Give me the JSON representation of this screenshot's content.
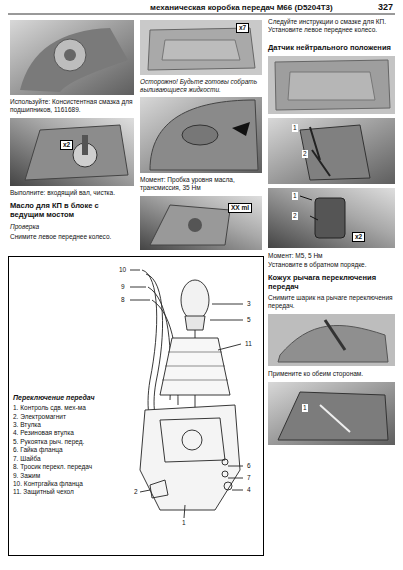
{
  "diagram": {
    "title": "механическая коробка передач M66 (D5204T3)",
    "nodes": [
      {
        "text": [
          "Переключение передач",
          "1. Контроль сдв. мех-ма",
          "2. Электромагнит",
          "3. Втулка",
          "4. Резиновая втулка",
          "5. Рукоятка рыч. перед.",
          "6. Гайка фланца",
          "7. Шайба",
          "8. Тросик перекл. передач",
          "9. Зажим",
          "10. Контргайка фланца",
          "11. Защитный чехол"
        ]
      }
    ],
    "labels": [
      "327",
      "Используйте: Консистентная смазка для подшипников, 1161689.",
      "x2",
      "Выполните: входящий вал, чистка.",
      "Масло для КП в блоке с ведущим мостом",
      "Проверка",
      "Снимите левое переднее колесо.",
      "x7",
      "Осторожно! Будьте готовы собрать выливающиеся жидкости.",
      "Момент: Пробка уровня масла, трансмиссия, 35 Нм",
      "XX ml",
      "Следуйте инструкции о смазке для КП. Установите левое переднее колесо.",
      "Датчик нейтрального положения",
      "1",
      "2",
      "1",
      "2",
      "x2",
      "Момент: М5, 5 Нм",
      "Установите в обратном порядке.",
      "Кожух рычага переключения передач",
      "Снимите шарик на рычаге переключения передач.",
      "Примените ко обеим сторонам.",
      "1",
      "10",
      "9",
      "8",
      "3",
      "5",
      "11",
      "6",
      "7",
      "4",
      "1",
      "2"
    ]
  }
}
